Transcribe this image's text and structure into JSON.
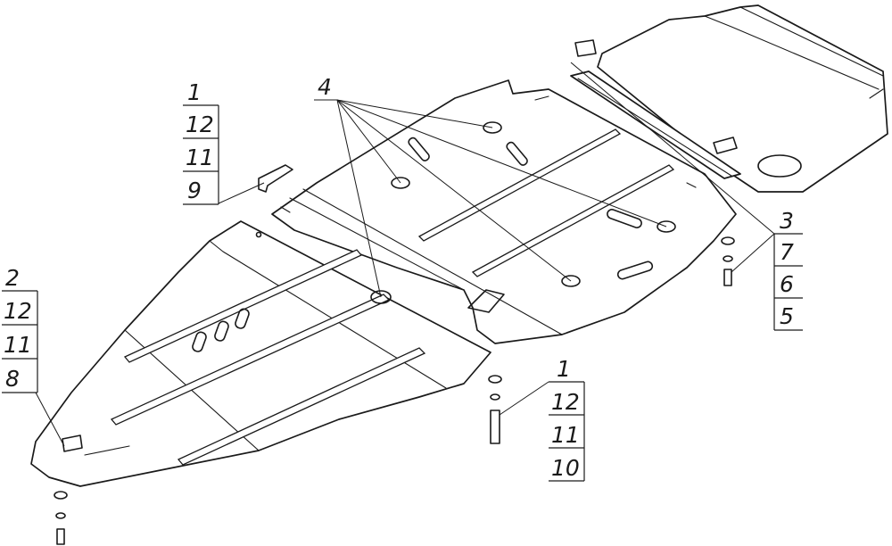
{
  "callouts": {
    "group_left_top": [
      "1",
      "12",
      "11",
      "9"
    ],
    "group_left_bottom": [
      "2",
      "12",
      "11",
      "8"
    ],
    "group_right": [
      "3",
      "7",
      "6",
      "5"
    ],
    "group_bottom_center": [
      "1",
      "12",
      "11",
      "10"
    ],
    "label_4": "4"
  }
}
